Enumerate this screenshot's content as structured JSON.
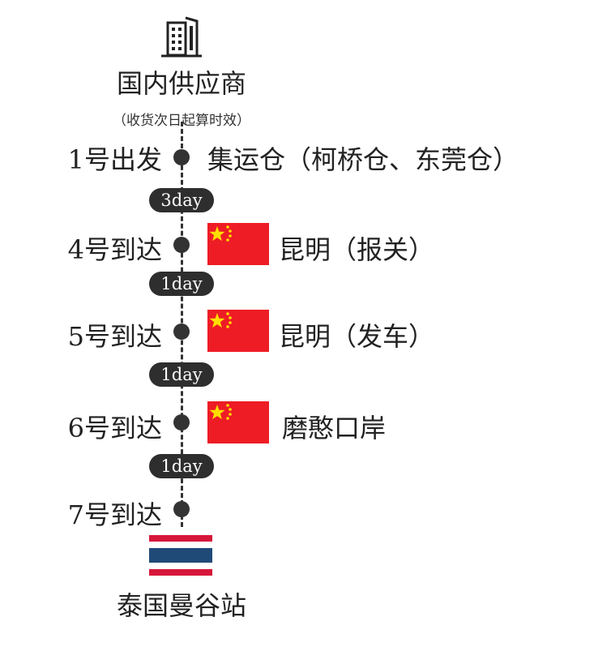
{
  "supplier": {
    "title": "国内供应商",
    "note": "（收货次日起算时效）"
  },
  "steps": [
    {
      "day": "1号出发",
      "place": "集运仓（柯桥仓、东莞仓）"
    },
    {
      "day": "4号到达",
      "place": "昆明（报关）",
      "flag": "cn-flag-icon"
    },
    {
      "day": "5号到达",
      "place": "昆明（发车）",
      "flag": "cn-flag-icon"
    },
    {
      "day": "6号到达",
      "place": "磨憨口岸",
      "flag": "cn-flag-icon"
    },
    {
      "day": "7号到达"
    }
  ],
  "durations": [
    "3day",
    "1day",
    "1day",
    "1day"
  ],
  "destination": {
    "title": "泰国曼谷站",
    "flag": "th-flag-icon"
  },
  "colors": {
    "cn_red": "#ee1c25",
    "cn_star": "#ffde00",
    "th_red": "#d6173a",
    "th_blue": "#1f4a78",
    "dark": "#2e2e2e"
  }
}
